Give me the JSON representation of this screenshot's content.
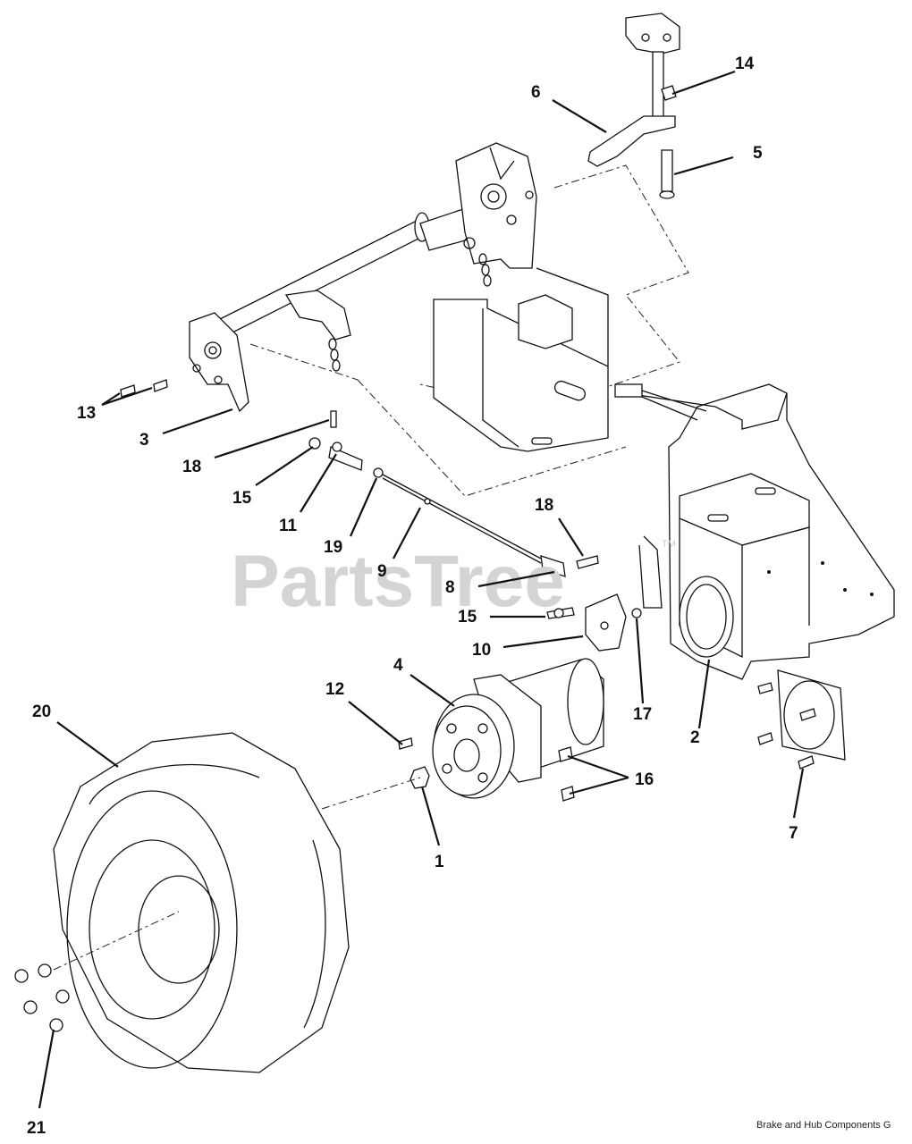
{
  "watermark": {
    "text": "PartsTree",
    "trademark": "TM"
  },
  "caption": "Brake and Hub Components  G",
  "callouts": {
    "c1": "1",
    "c2": "2",
    "c3": "3",
    "c4": "4",
    "c5": "5",
    "c6": "6",
    "c7": "7",
    "c8": "8",
    "c9": "9",
    "c10": "10",
    "c11": "11",
    "c12": "12",
    "c13": "13",
    "c14": "14",
    "c15a": "15",
    "c15b": "15",
    "c16": "16",
    "c17": "17",
    "c18a": "18",
    "c18b": "18",
    "c19": "19",
    "c20": "20",
    "c21": "21"
  }
}
